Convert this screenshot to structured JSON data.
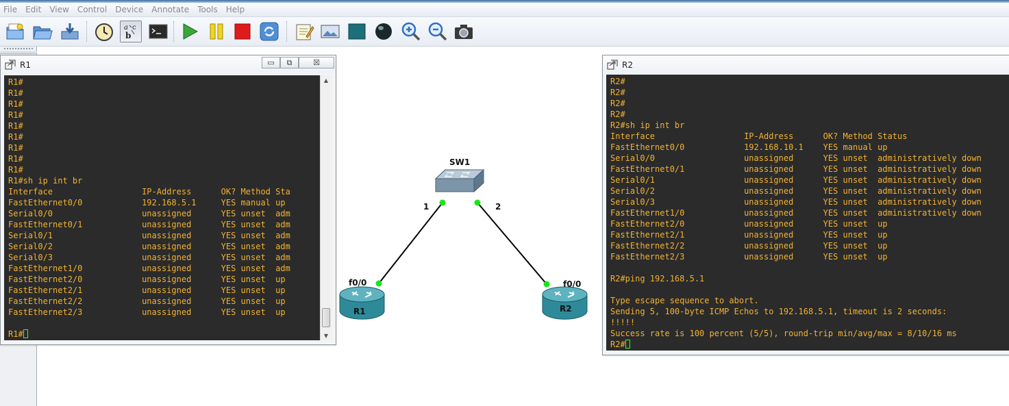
{
  "menu": [
    "File",
    "Edit",
    "View",
    "Control",
    "Device",
    "Annotate",
    "Tools",
    "Help"
  ],
  "toolbar": [
    {
      "name": "new-project-icon"
    },
    {
      "name": "open-project-icon"
    },
    {
      "name": "save-project-icon"
    },
    {
      "name": "snapshot-clock-icon"
    },
    {
      "name": "show-interface-labels-icon",
      "pressed": true
    },
    {
      "name": "console-all-icon"
    },
    {
      "name": "start-all-icon"
    },
    {
      "name": "suspend-all-icon"
    },
    {
      "name": "stop-all-icon"
    },
    {
      "name": "reload-all-icon"
    },
    {
      "name": "add-note-icon"
    },
    {
      "name": "insert-picture-icon"
    },
    {
      "name": "draw-rectangle-icon"
    },
    {
      "name": "draw-ellipse-icon"
    },
    {
      "name": "zoom-in-icon"
    },
    {
      "name": "zoom-out-icon"
    },
    {
      "name": "screenshot-camera-icon"
    }
  ],
  "r1_console": {
    "title": "R1",
    "lines": [
      "R1#",
      "R1#",
      "R1#",
      "R1#",
      "R1#",
      "R1#",
      "R1#",
      "R1#",
      "R1#",
      "R1#sh ip int br",
      "Interface                  IP-Address      OK? Method Sta",
      "FastEthernet0/0            192.168.5.1     YES manual up",
      "Serial0/0                  unassigned      YES unset  adm",
      "FastEthernet0/1            unassigned      YES unset  adm",
      "Serial0/1                  unassigned      YES unset  adm",
      "Serial0/2                  unassigned      YES unset  adm",
      "Serial0/3                  unassigned      YES unset  adm",
      "FastEthernet1/0            unassigned      YES unset  adm",
      "FastEthernet2/0            unassigned      YES unset  up",
      "FastEthernet2/1            unassigned      YES unset  up",
      "FastEthernet2/2            unassigned      YES unset  up",
      "FastEthernet2/3            unassigned      YES unset  up",
      ""
    ],
    "prompt": "R1#"
  },
  "r2_console": {
    "title": "R2",
    "lines": [
      "R2#",
      "R2#",
      "R2#",
      "R2#",
      "R2#sh ip int br",
      "Interface                  IP-Address      OK? Method Status",
      "FastEthernet0/0            192.168.10.1    YES manual up",
      "Serial0/0                  unassigned      YES unset  administratively down",
      "FastEthernet0/1            unassigned      YES unset  administratively down",
      "Serial0/1                  unassigned      YES unset  administratively down",
      "Serial0/2                  unassigned      YES unset  administratively down",
      "Serial0/3                  unassigned      YES unset  administratively down",
      "FastEthernet1/0            unassigned      YES unset  administratively down",
      "FastEthernet2/0            unassigned      YES unset  up",
      "FastEthernet2/1            unassigned      YES unset  up",
      "FastEthernet2/2            unassigned      YES unset  up",
      "FastEthernet2/3            unassigned      YES unset  up",
      "",
      "R2#ping 192.168.5.1",
      "",
      "Type escape sequence to abort.",
      "Sending 5, 100-byte ICMP Echos to 192.168.5.1, timeout is 2 seconds:",
      "!!!!!",
      "Success rate is 100 percent (5/5), round-trip min/avg/max = 8/10/16 ms"
    ],
    "prompt": "R2#"
  },
  "topology": {
    "sw1_label": "SW1",
    "r1_label": "R1",
    "r2_label": "R2",
    "port1_label": "1",
    "port2_label": "2",
    "r1_if_label": "f0/0",
    "r2_if_label": "f0/0",
    "link_status_color": "#19e619"
  },
  "colors": {
    "terminal_bg": "#2b2b2b",
    "terminal_text": "#f2b233",
    "cursor": "#2eff2e"
  }
}
